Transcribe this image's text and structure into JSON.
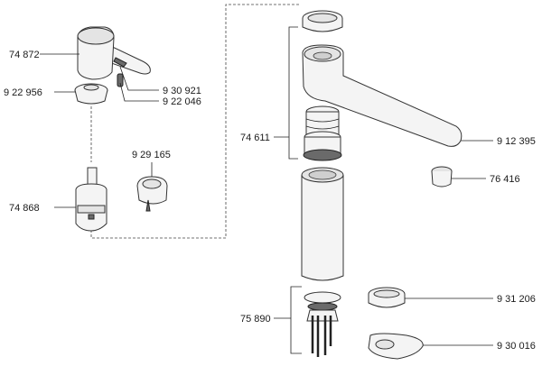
{
  "parts": {
    "p74872": "74 872",
    "p922956": "9 22 956",
    "p930921": "9 30 921",
    "p922046": "9 22 046",
    "p929165": "9 29 165",
    "p74868": "74 868",
    "p74611": "74 611",
    "p912395": "9 12 395",
    "p76416": "76 416",
    "p75890": "75 890",
    "p931206": "9 31 206",
    "p930016": "9 30 016"
  }
}
